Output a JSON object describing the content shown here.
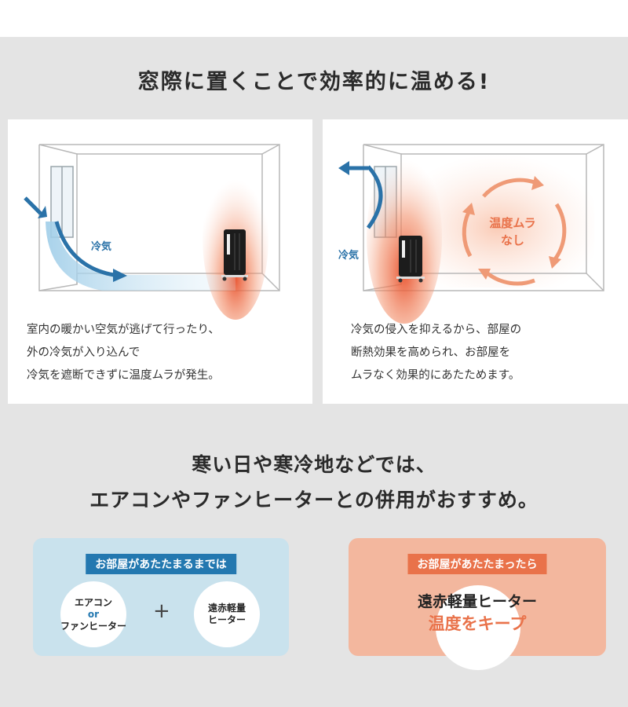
{
  "title": "窓際に置くことで効率的に温める!",
  "panels": {
    "left": {
      "cold_label": "冷気",
      "desc": [
        "室内の暖かい空気が逃げて行ったり、",
        "外の冷気が入り込んで",
        "冷気を遮断できずに温度ムラが発生。"
      ]
    },
    "right": {
      "cold_label": "冷気",
      "cycle_label": [
        "温度ムラ",
        "なし"
      ],
      "desc": [
        "冷気の侵入を抑えるから、部屋の",
        "断熱効果を高められ、お部屋を",
        "ムラなく効果的にあたためます。"
      ]
    }
  },
  "subheading": [
    "寒い日や寒冷地などでは、",
    "エアコンやファンヒーターとの併用がおすすめ。"
  ],
  "before": {
    "label": "お部屋があたたまるまでは",
    "item1": {
      "line1": "エアコン",
      "or": "or",
      "line2": "ファンヒーター"
    },
    "plus": "+",
    "item2": {
      "line1": "遠赤軽量",
      "line2": "ヒーター"
    }
  },
  "after": {
    "label": "お部屋があたたまったら",
    "line1": "遠赤軽量ヒーター",
    "line2": "温度をキープ"
  },
  "colors": {
    "blue": "#2378b0",
    "orange": "#e9724a",
    "light_blue": "#c9e2ed",
    "light_orange": "#f3b79e"
  }
}
